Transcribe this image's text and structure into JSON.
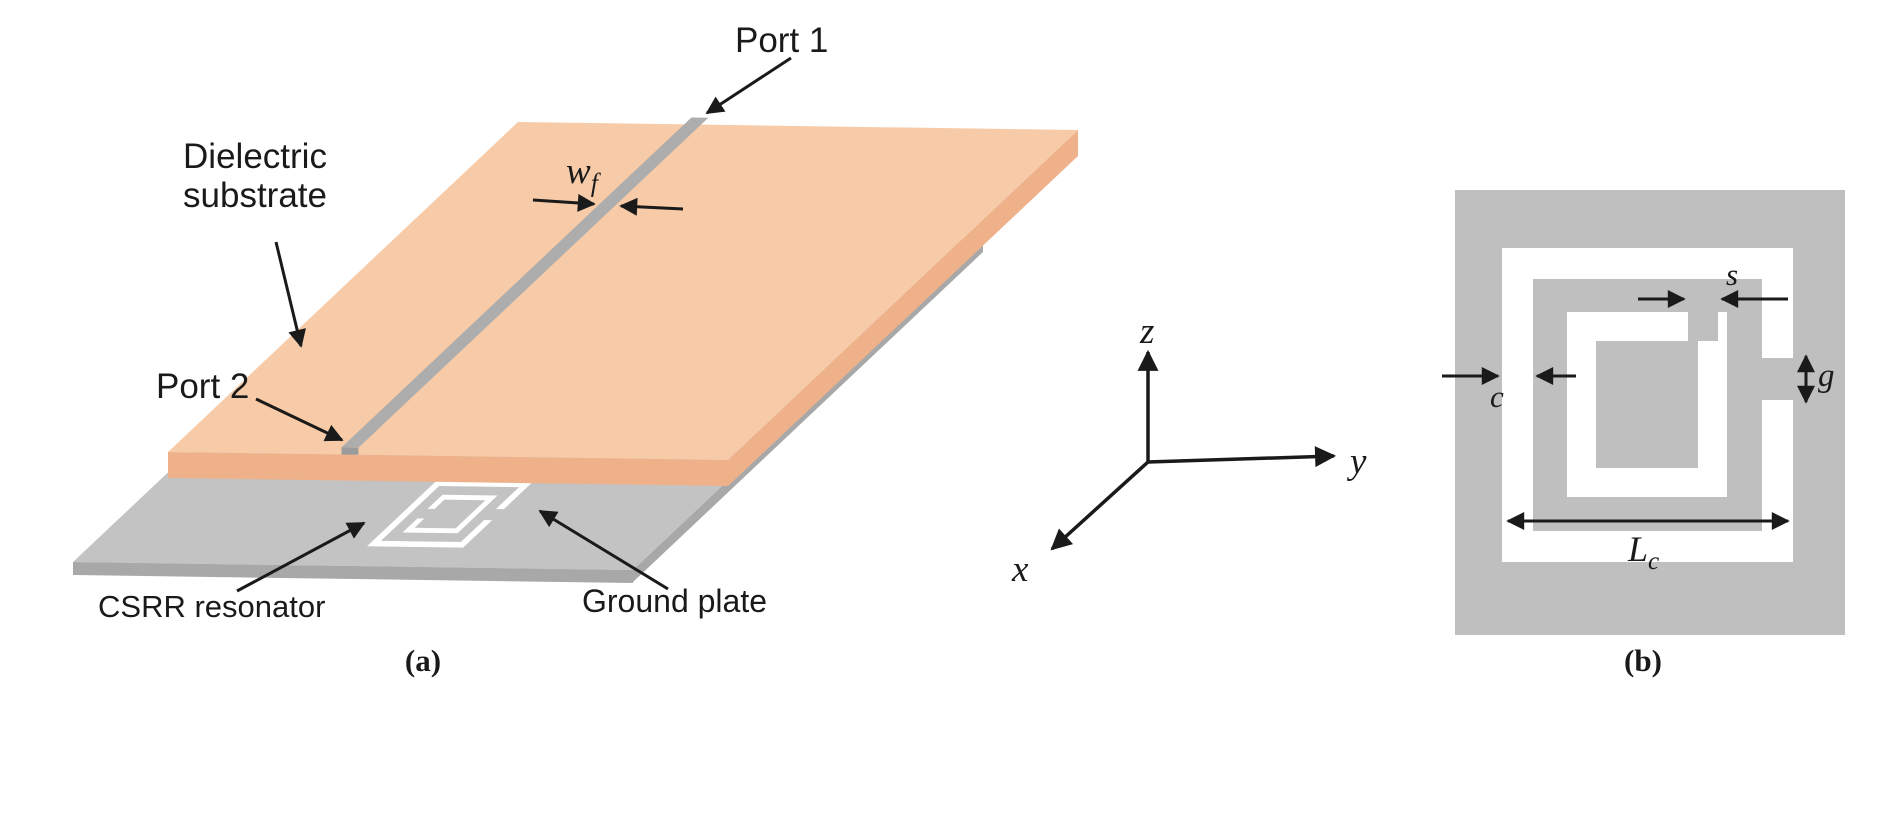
{
  "figure": {
    "caption_a": "(a)",
    "caption_b": "(b)",
    "labels": {
      "dielectric_line1": "Dielectric",
      "dielectric_line2": "substrate",
      "port1": "Port 1",
      "port2": "Port 2",
      "csrr": "CSRR resonator",
      "ground": "Ground plate"
    },
    "dimensions": {
      "feed_width_symbol": "w",
      "feed_width_sub": "f",
      "slot_width": "c",
      "ring_split": "s",
      "gap": "g",
      "csrr_length_symbol": "L",
      "csrr_length_sub": "c"
    },
    "axes": {
      "x": "x",
      "y": "y",
      "z": "z"
    },
    "colors": {
      "substrate_top": "#f7cba8",
      "substrate_side": "#efb189",
      "metal_top": "#adadad",
      "metal_side": "#8a8a8a",
      "metal_end": "#9b9b9b",
      "ground_plate": "#c3c3c3",
      "ground_edge": "#a8a8a8",
      "csrr_gray": "#bfbfbf",
      "slot_white": "#ffffff",
      "ink": "#1a1a1a"
    }
  }
}
